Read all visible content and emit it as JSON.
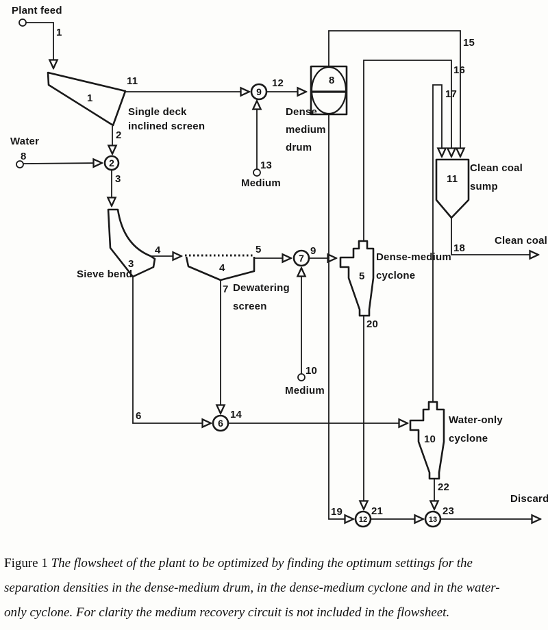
{
  "figure": {
    "sources": {
      "plant_feed": "Plant feed",
      "water": "Water",
      "medium_top": "Medium",
      "medium_mid": "Medium"
    },
    "products": {
      "clean_coal": "Clean coal",
      "discard": "Discard"
    },
    "units": {
      "inclined_screen": {
        "num": "1",
        "line1": "Single deck",
        "line2": "inclined screen"
      },
      "sieve_bend": {
        "num": "3",
        "name": "Sieve bend"
      },
      "dewatering_screen": {
        "num": "4",
        "line1": "Dewatering",
        "line2": "screen"
      },
      "dense_medium_drum": {
        "num": "8",
        "line1": "Dense",
        "line2": "medium",
        "line3": "drum"
      },
      "dense_medium_cyclone": {
        "num": "5",
        "line1": "Dense-medium",
        "line2": "cyclone"
      },
      "water_only_cyclone": {
        "num": "10",
        "line1": "Water-only",
        "line2": "cyclone"
      },
      "clean_coal_sump": {
        "num": "11",
        "line1": "Clean coal",
        "line2": "sump"
      }
    },
    "mixers": {
      "n2": "2",
      "n6": "6",
      "n7": "7",
      "n9": "9",
      "n12": "12",
      "n13": "13"
    },
    "streams": {
      "s1": "1",
      "s2": "2",
      "s3": "3",
      "s4": "4",
      "s5": "5",
      "s6": "6",
      "s7": "7",
      "s8": "8",
      "s9": "9",
      "s10": "10",
      "s11": "11",
      "s12": "12",
      "s13": "13",
      "s14": "14",
      "s15": "15",
      "s16": "16",
      "s17": "17",
      "s18": "18",
      "s19": "19",
      "s20": "20",
      "s21": "21",
      "s22": "22",
      "s23": "23"
    }
  },
  "caption": {
    "prefix": "Figure 1",
    "lines": [
      "The flowsheet of the plant to be optimized by finding the optimum settings for the",
      "separation densities in the dense-medium drum, in the dense-medium cyclone and in the water-",
      "only cyclone. For clarity the medium recovery circuit is not included in the flowsheet."
    ]
  }
}
